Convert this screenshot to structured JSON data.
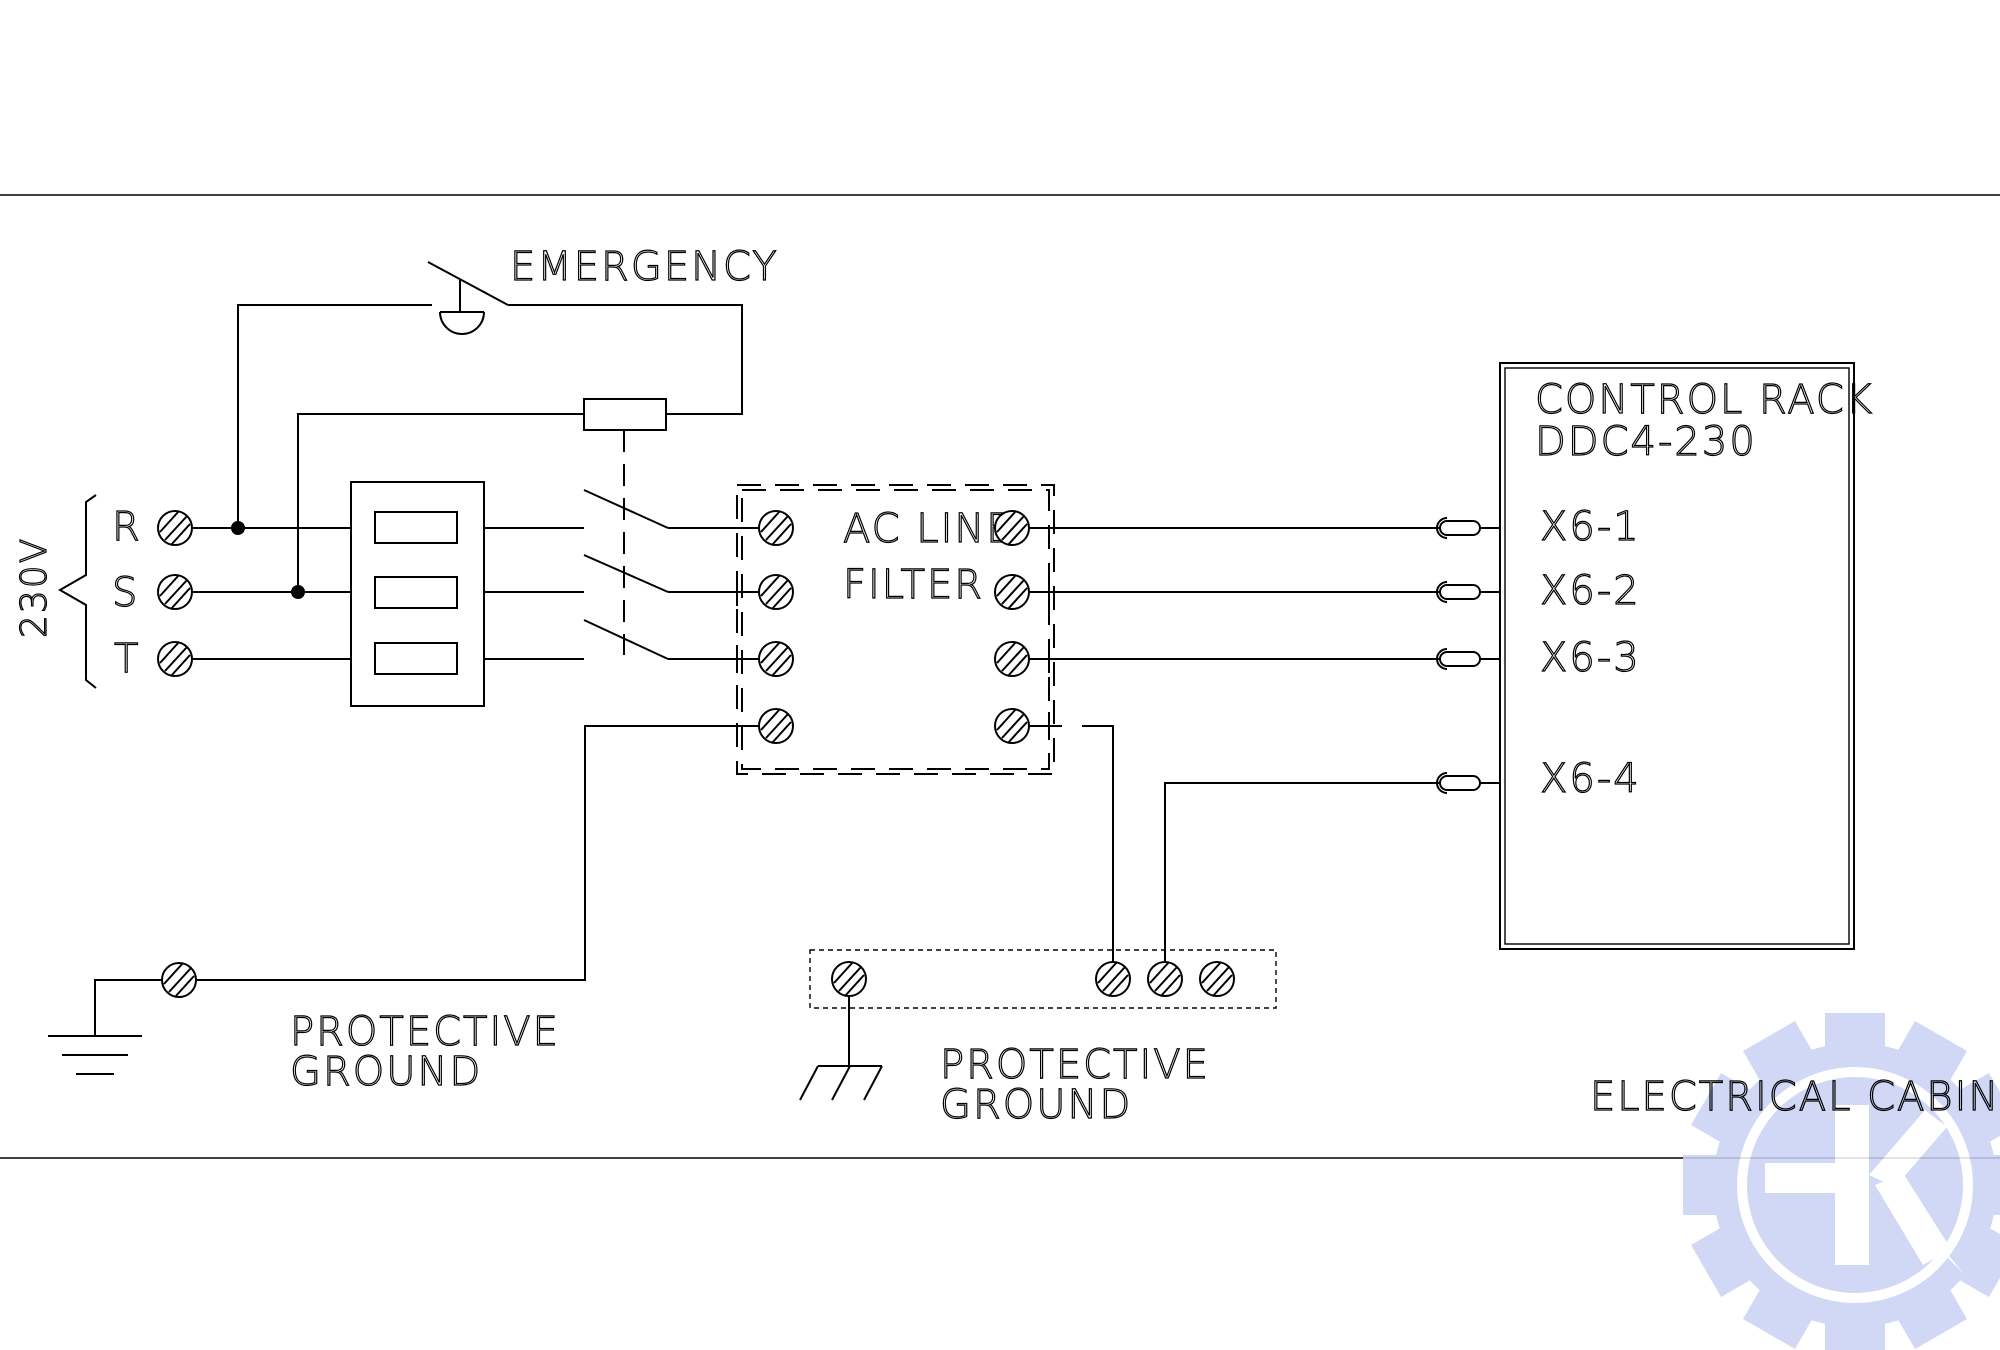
{
  "labels": {
    "emergency": "EMERGENCY",
    "phase_r": "R",
    "phase_s": "S",
    "phase_t": "T",
    "voltage": "230V",
    "filter_line1": "AC LINE",
    "filter_line2": "FILTER",
    "rack_line1": "CONTROL RACK",
    "rack_line2": "DDC4-230",
    "x6_1": "X6-1",
    "x6_2": "X6-2",
    "x6_3": "X6-3",
    "x6_4": "X6-4",
    "ground_left_1": "PROTECTIVE",
    "ground_left_2": "GROUND",
    "ground_mid_1": "PROTECTIVE",
    "ground_mid_2": "GROUND",
    "cabinet": "ELECTRICAL CABINET"
  },
  "colors": {
    "line": "#000000",
    "background": "#ffffff",
    "watermark": "#c8d2f5"
  },
  "icons": {
    "watermark": "gear-logo-icon",
    "terminal": "screw-terminal-icon",
    "ground": "ground-symbol-icon"
  }
}
